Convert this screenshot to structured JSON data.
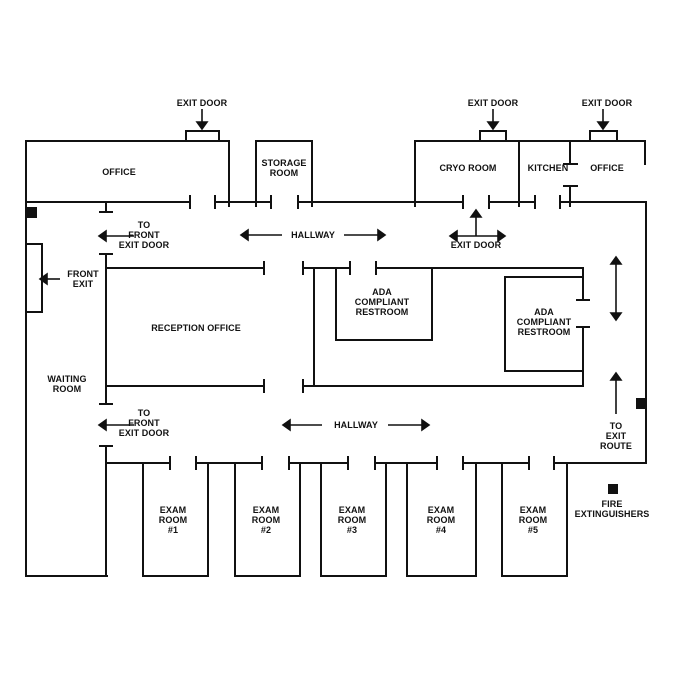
{
  "colors": {
    "line": "#111111",
    "background": "#ffffff"
  },
  "labels": {
    "exit_door_left": "EXIT DOOR",
    "exit_door_mid": "EXIT DOOR",
    "exit_door_right": "EXIT DOOR",
    "office_top_left": "OFFICE",
    "storage_room": "STORAGE\nROOM",
    "cryo_room": "CRYO ROOM",
    "kitchen": "KITCHEN",
    "office_top_right": "OFFICE",
    "to_front_exit_door_top": "TO\nFRONT\nEXIT DOOR",
    "hallway_top": "HALLWAY",
    "exit_door_hall": "EXIT DOOR",
    "front_exit": "FRONT\nEXIT",
    "ada_restroom_1": "ADA\nCOMPLIANT\nRESTROOM",
    "ada_restroom_2": "ADA\nCOMPLIANT\nRESTROOM",
    "reception_office": "RECEPTION OFFICE",
    "waiting_room": "WAITING\nROOM",
    "to_front_exit_door_bottom": "TO\nFRONT\nEXIT DOOR",
    "hallway_bottom": "HALLWAY",
    "to_exit_route": "TO\nEXIT\nROUTE",
    "exam_room_1": "EXAM\nROOM\n#1",
    "exam_room_2": "EXAM\nROOM\n#2",
    "exam_room_3": "EXAM\nROOM\n#3",
    "exam_room_4": "EXAM\nROOM\n#4",
    "exam_room_5": "EXAM\nROOM\n#5",
    "fire_extinguishers": "FIRE\nEXTINGUISHERS"
  },
  "icons": [
    "arrow-icon",
    "fire-extinguisher-icon",
    "exit-door-icon"
  ]
}
